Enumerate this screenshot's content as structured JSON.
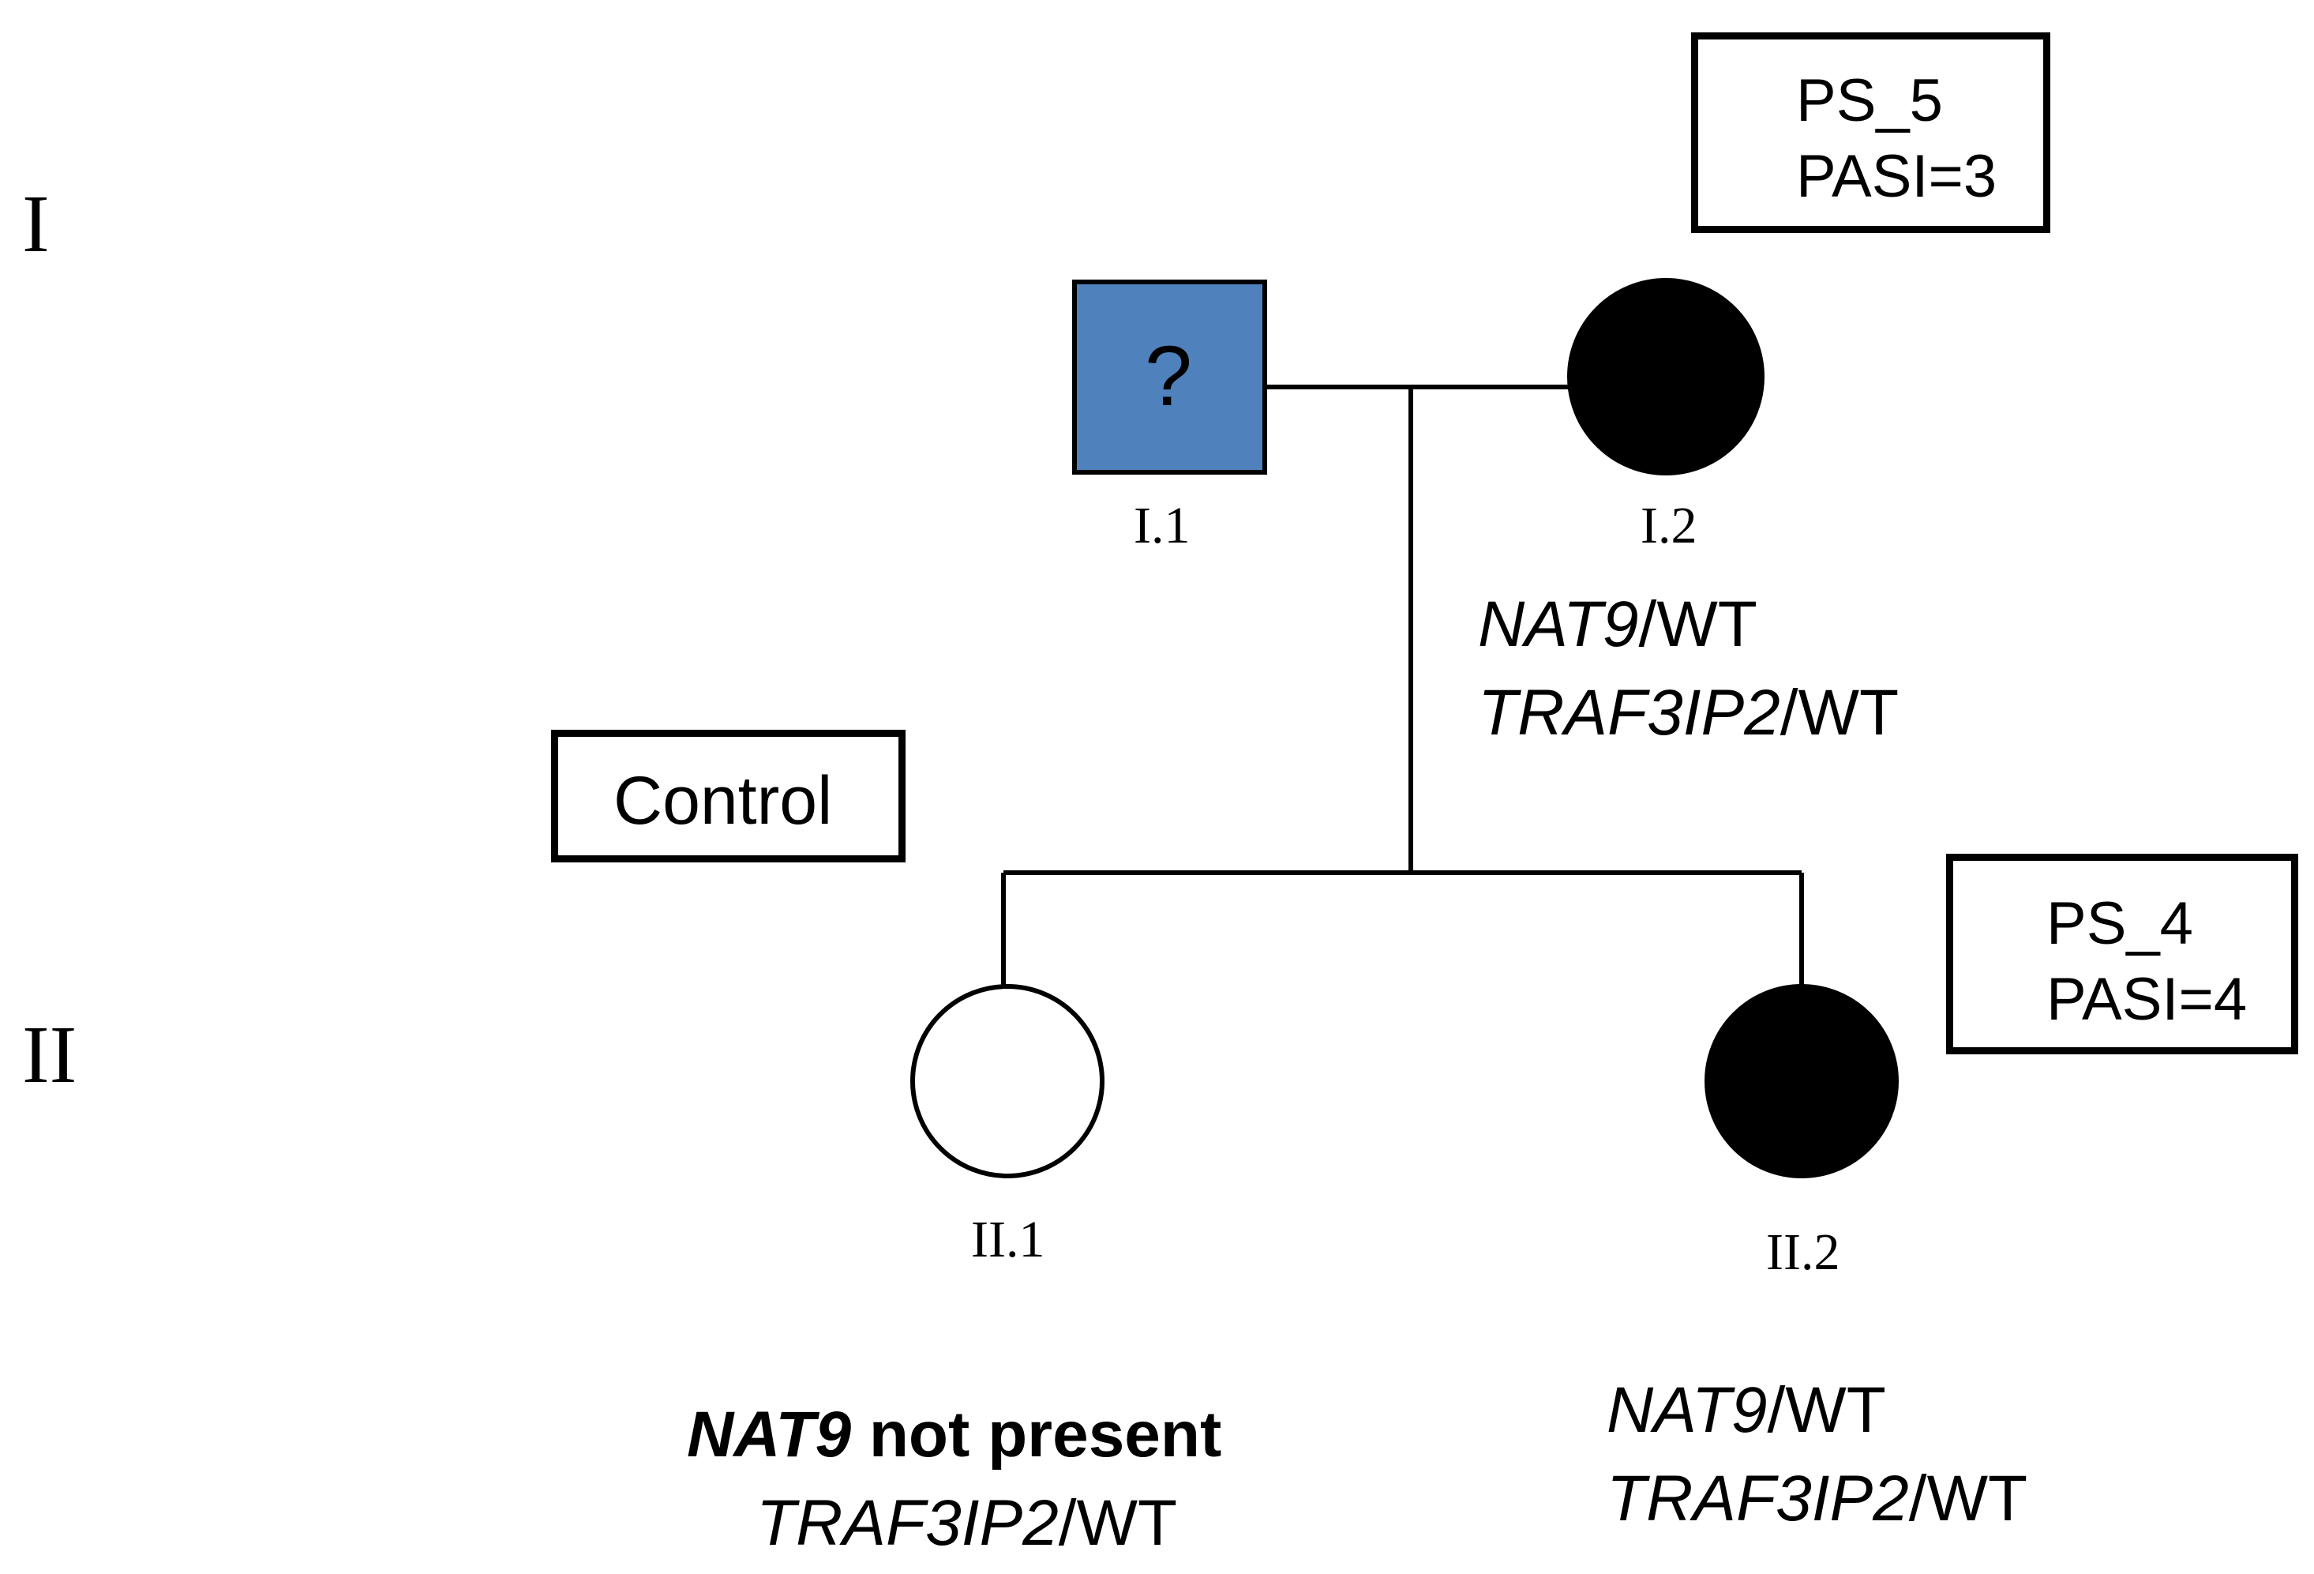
{
  "generations": {
    "g1": "I",
    "g2": "II"
  },
  "individuals": {
    "i1": {
      "id": "I.1",
      "symbol": "?",
      "fill": "#4f81bd"
    },
    "i2": {
      "id": "I.2",
      "fill": "#000000"
    },
    "ii1": {
      "id": "II.1",
      "fill": "#ffffff"
    },
    "ii2": {
      "id": "II.2",
      "fill": "#000000"
    }
  },
  "labels": {
    "ps5": {
      "line1": "PS_5",
      "line2": "PASI=3"
    },
    "ps4": {
      "line1": "PS_4",
      "line2": "PASI=4"
    },
    "control": "Control"
  },
  "genotypes": {
    "i2": {
      "gene1": "NAT9",
      "wt1": "/WT",
      "gene2": "TRAF3IP2",
      "wt2": "/WT"
    },
    "ii1": {
      "gene1": "NAT9",
      "note1": " not present",
      "gene2": "TRAF3IP2",
      "wt2": "/WT"
    },
    "ii2": {
      "gene1": "NAT9",
      "wt1": "/WT",
      "gene2": "TRAF3IP2",
      "wt2": "/WT"
    }
  }
}
